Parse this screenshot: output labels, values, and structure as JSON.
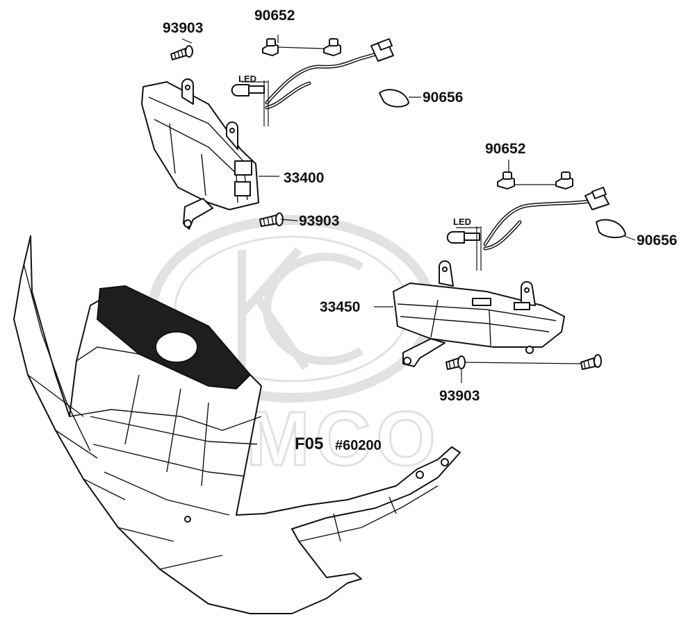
{
  "watermark": {
    "brand_text": "KYMCO"
  },
  "parts": [
    {
      "id": "screw-top-left",
      "number": "93903"
    },
    {
      "id": "clip-top",
      "number": "90652"
    },
    {
      "id": "wire-clip-top",
      "number": "90656"
    },
    {
      "id": "left-light",
      "number": "33400"
    },
    {
      "id": "screw-left-light",
      "number": "93903"
    },
    {
      "id": "clip-right",
      "number": "90652"
    },
    {
      "id": "wire-clip-right",
      "number": "90656"
    },
    {
      "id": "right-light",
      "number": "33450"
    },
    {
      "id": "screw-right-light",
      "number": "93903"
    }
  ],
  "bulb_labels": {
    "top": "LED",
    "right": "LED"
  },
  "reference": {
    "code": "F05",
    "sub": "#60200"
  }
}
